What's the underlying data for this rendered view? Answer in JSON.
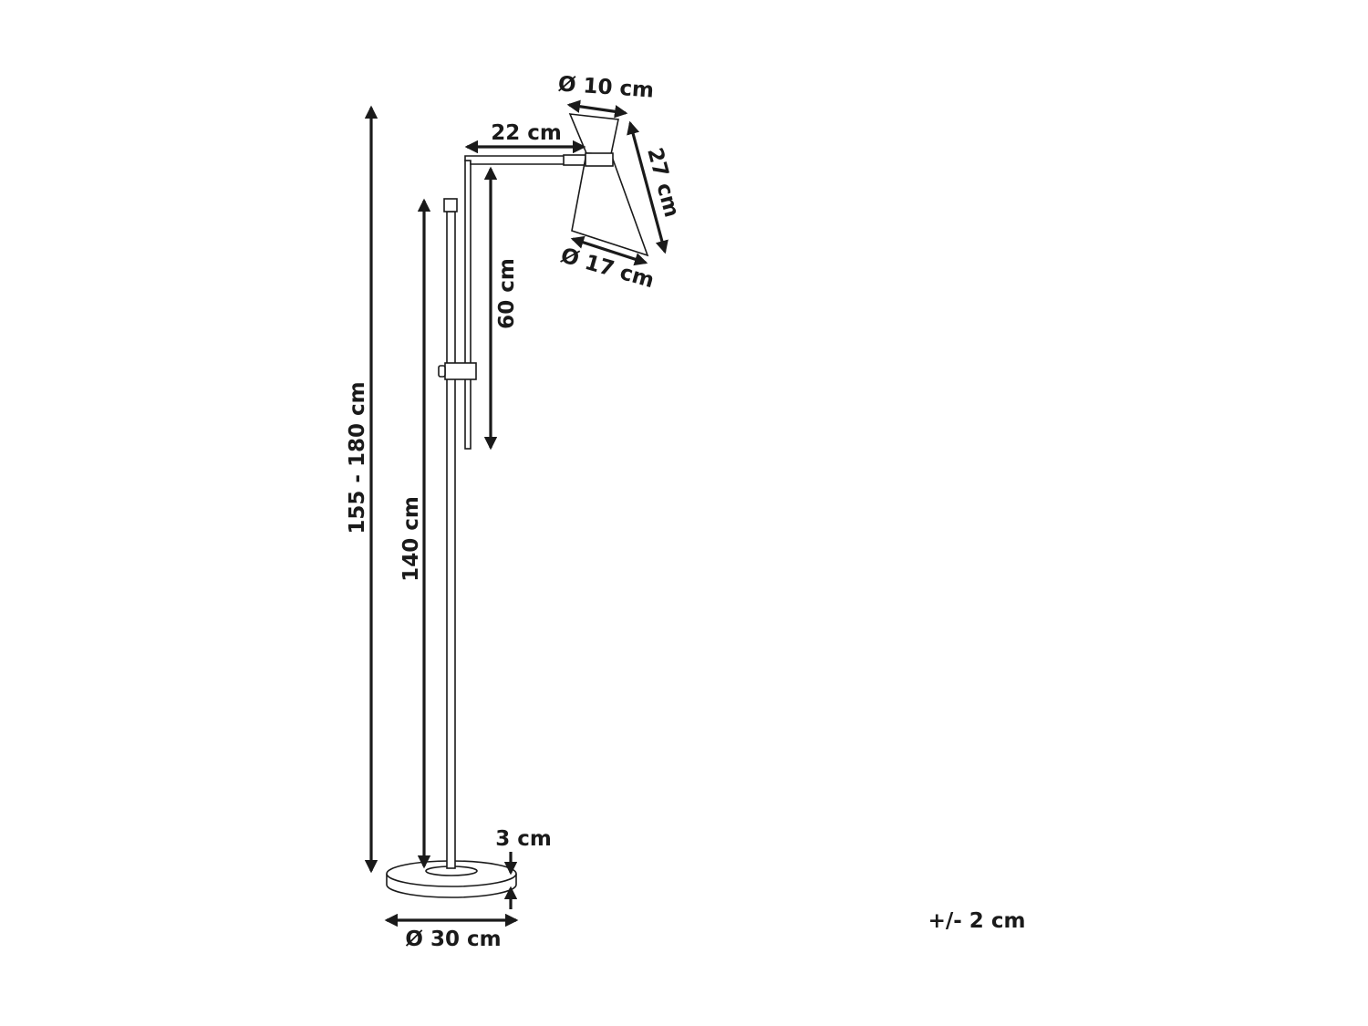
{
  "dimensions": {
    "shade_top_diameter": "Ø 10 cm",
    "arm_length": "22 cm",
    "shade_length": "27 cm",
    "shade_bottom_diameter": "Ø 17 cm",
    "arm_drop": "60 cm",
    "total_height": "155 - 180 cm",
    "pole_height": "140 cm",
    "base_thickness": "3 cm",
    "base_diameter": "Ø 30 cm"
  },
  "tolerance": "+/- 2 cm",
  "colors": {
    "line": "#1a1a1a",
    "background": "#ffffff"
  }
}
